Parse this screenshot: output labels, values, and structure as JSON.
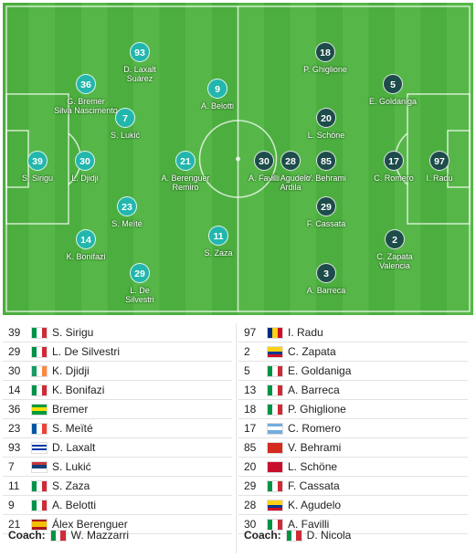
{
  "home": {
    "color": "#22b6ad",
    "formation": [
      {
        "number": "39",
        "name": "S. Sirigu"
      },
      {
        "number": "30",
        "name": "L. Djidji"
      },
      {
        "number": "36",
        "name": "G. Bremer\nSilva Nascimento"
      },
      {
        "number": "14",
        "name": "K. Bonifazi"
      },
      {
        "number": "93",
        "name": "D. Laxalt\nSuárez"
      },
      {
        "number": "7",
        "name": "S. Lukić"
      },
      {
        "number": "23",
        "name": "S. Meïté"
      },
      {
        "number": "29",
        "name": "L. De\nSilvestri"
      },
      {
        "number": "21",
        "name": "A. Berenguer\nRemiro"
      },
      {
        "number": "9",
        "name": "A. Belotti"
      },
      {
        "number": "11",
        "name": "S. Zaza"
      }
    ],
    "list": [
      {
        "number": "39",
        "flag": "italy",
        "name": "S. Sirigu"
      },
      {
        "number": "29",
        "flag": "italy",
        "name": "L. De Silvestri"
      },
      {
        "number": "30",
        "flag": "ireland",
        "name": "K. Djidji"
      },
      {
        "number": "14",
        "flag": "italy",
        "name": "K. Bonifazi"
      },
      {
        "number": "36",
        "flag": "brazil",
        "name": "Bremer"
      },
      {
        "number": "23",
        "flag": "france",
        "name": "S. Meïté"
      },
      {
        "number": "93",
        "flag": "uruguay",
        "name": "D. Laxalt"
      },
      {
        "number": "7",
        "flag": "serbia",
        "name": "S. Lukić"
      },
      {
        "number": "11",
        "flag": "italy",
        "name": "S. Zaza"
      },
      {
        "number": "9",
        "flag": "italy",
        "name": "A. Belotti"
      },
      {
        "number": "21",
        "flag": "spain",
        "name": "Álex Berenguer"
      }
    ],
    "coach": {
      "label": "Coach:",
      "flag": "italy",
      "name": "W. Mazzarri"
    }
  },
  "away": {
    "color": "#1d4c4a",
    "formation": [
      {
        "number": "97",
        "name": "I. Radu"
      },
      {
        "number": "17",
        "name": "C. Romero"
      },
      {
        "number": "5",
        "name": "E. Goldaniga"
      },
      {
        "number": "2",
        "name": "C. Zapata\nValencia"
      },
      {
        "number": "18",
        "name": "P. Ghiglione"
      },
      {
        "number": "20",
        "name": "L. Schöne"
      },
      {
        "number": "85",
        "name": "V. Behrami"
      },
      {
        "number": "29",
        "name": "F. Cassata"
      },
      {
        "number": "3",
        "name": "A. Barreca"
      },
      {
        "number": "28",
        "name": "K. Agudelo\nArdila"
      },
      {
        "number": "30",
        "name": "A. Favilli"
      }
    ],
    "list": [
      {
        "number": "97",
        "flag": "romania",
        "name": "I. Radu"
      },
      {
        "number": "2",
        "flag": "colombia",
        "name": "C. Zapata"
      },
      {
        "number": "5",
        "flag": "italy",
        "name": "E. Goldaniga"
      },
      {
        "number": "13",
        "flag": "italy",
        "name": "A. Barreca"
      },
      {
        "number": "18",
        "flag": "italy",
        "name": "P. Ghiglione"
      },
      {
        "number": "17",
        "flag": "argentina",
        "name": "C. Romero"
      },
      {
        "number": "85",
        "flag": "switzerland",
        "name": "V. Behrami"
      },
      {
        "number": "20",
        "flag": "denmark",
        "name": "L. Schöne"
      },
      {
        "number": "29",
        "flag": "italy",
        "name": "F. Cassata"
      },
      {
        "number": "28",
        "flag": "colombia",
        "name": "K. Agudelo"
      },
      {
        "number": "30",
        "flag": "italy",
        "name": "A. Favilli"
      }
    ],
    "coach": {
      "label": "Coach:",
      "flag": "italy",
      "name": "D. Nicola"
    }
  },
  "pitch_colors": {
    "light": "#56b748",
    "dark": "#4cae3f",
    "lines": "#ffffff"
  }
}
